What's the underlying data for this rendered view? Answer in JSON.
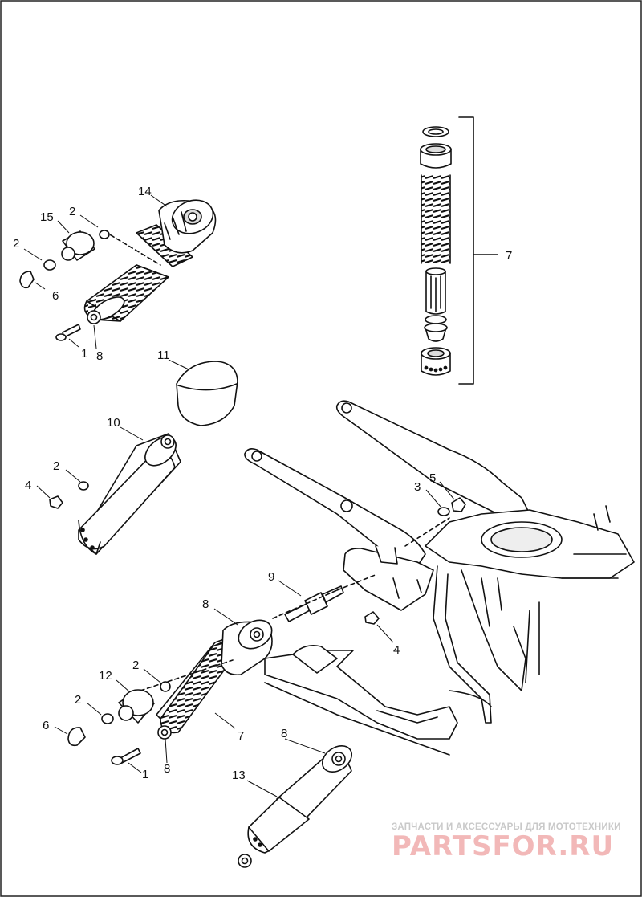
{
  "callouts": [
    {
      "id": "c14a",
      "text": "14"
    },
    {
      "id": "c15a",
      "text": "15"
    },
    {
      "id": "c2a",
      "text": "2"
    },
    {
      "id": "c2b",
      "text": "2"
    },
    {
      "id": "c6a",
      "text": "6"
    },
    {
      "id": "c1a",
      "text": "1"
    },
    {
      "id": "c8a",
      "text": "8"
    },
    {
      "id": "c11",
      "text": "11"
    },
    {
      "id": "c10",
      "text": "10"
    },
    {
      "id": "c2c",
      "text": "2"
    },
    {
      "id": "c4a",
      "text": "4"
    },
    {
      "id": "c7a",
      "text": "7"
    },
    {
      "id": "c3",
      "text": "3"
    },
    {
      "id": "c5",
      "text": "5"
    },
    {
      "id": "c9",
      "text": "9"
    },
    {
      "id": "c4b",
      "text": "4"
    },
    {
      "id": "c8b",
      "text": "8"
    },
    {
      "id": "c12",
      "text": "12"
    },
    {
      "id": "c2d",
      "text": "2"
    },
    {
      "id": "c2e",
      "text": "2"
    },
    {
      "id": "c6b",
      "text": "6"
    },
    {
      "id": "c7b",
      "text": "7"
    },
    {
      "id": "c1b",
      "text": "1"
    },
    {
      "id": "c8c",
      "text": "8"
    },
    {
      "id": "c8d",
      "text": "8"
    },
    {
      "id": "c13",
      "text": "13"
    }
  ],
  "watermark": {
    "tagline": "ЗАПЧАСТИ И АКСЕССУАРЫ ДЛЯ МОТОТЕХНИКИ",
    "brand": "PARTSFOR.RU"
  }
}
